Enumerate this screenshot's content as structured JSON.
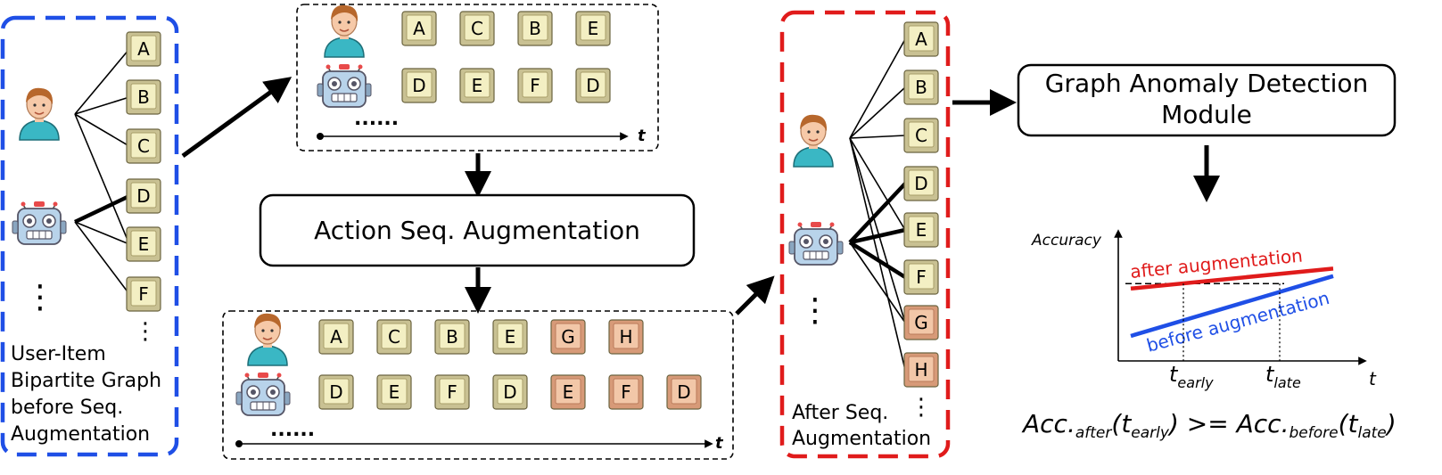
{
  "colors": {
    "blue_dashed": "#1f4fe6",
    "red_dashed": "#e01b1b",
    "key_normal": "#f3efc3",
    "key_augmented": "#f2c7a8",
    "after_line": "#e01b1b",
    "before_line": "#1f4fe6"
  },
  "icons": [
    "user-icon",
    "robot-icon"
  ],
  "left_panel": {
    "items": [
      "A",
      "B",
      "C",
      "D",
      "E",
      "F"
    ],
    "ellipsis_v": "⋮",
    "caption": [
      "User-Item",
      "Bipartite Graph",
      "before Seq.",
      "Augmentation"
    ]
  },
  "top_sequence": {
    "user_items": [
      "A",
      "C",
      "B",
      "E"
    ],
    "robot_items": [
      "D",
      "E",
      "F",
      "D"
    ],
    "dots": "......",
    "t_label": "t"
  },
  "augmentation_module": {
    "label": "Action Seq. Augmentation"
  },
  "bottom_sequence": {
    "user_items": [
      "A",
      "C",
      "B",
      "E",
      "G",
      "H"
    ],
    "user_augmented": [
      false,
      false,
      false,
      false,
      true,
      true
    ],
    "robot_items": [
      "D",
      "E",
      "F",
      "D",
      "E",
      "F",
      "D"
    ],
    "robot_augmented": [
      false,
      false,
      false,
      false,
      true,
      true,
      true
    ],
    "dots": "......",
    "t_label": "t"
  },
  "right_panel": {
    "items": [
      "A",
      "B",
      "C",
      "D",
      "E",
      "F",
      "G",
      "H"
    ],
    "augmented": [
      false,
      false,
      false,
      false,
      false,
      false,
      true,
      true
    ],
    "ellipsis_v": "⋮",
    "caption": [
      "After Seq.",
      "Augmentation"
    ]
  },
  "gad_module": {
    "line1": "Graph Anomaly Detection",
    "line2": "Module"
  },
  "chart_data": {
    "type": "line",
    "ylabel": "Accuracy",
    "xlabel": "t",
    "x_ticks": [
      {
        "main": "t",
        "sub": "early"
      },
      {
        "main": "t",
        "sub": "late"
      }
    ],
    "series": [
      {
        "name": "after augmentation",
        "color": "#e01b1b",
        "values": [
          0.58,
          0.74
        ]
      },
      {
        "name": "before augmentation",
        "color": "#1f4fe6",
        "values": [
          0.2,
          0.68
        ]
      }
    ],
    "x": [
      0.0,
      1.0
    ],
    "ylim": [
      0,
      1
    ],
    "threshold_y": 0.62,
    "grid": false
  },
  "formula": {
    "prefix": "Acc.",
    "sub_after": "after",
    "arg1": "t",
    "arg1_sub": "early",
    "op": " >= ",
    "prefix2": "Acc.",
    "sub_before": "before",
    "arg2": "t",
    "arg2_sub": "late"
  }
}
